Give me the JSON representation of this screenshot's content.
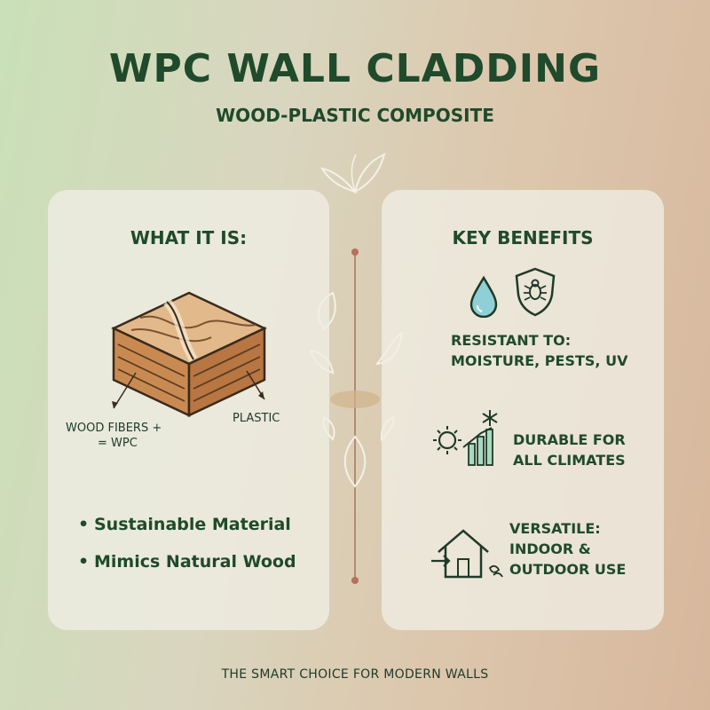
{
  "header": {
    "title": "WPC WALL CLADDING",
    "subtitle": "WOOD-PLASTIC COMPOSITE"
  },
  "left_card": {
    "title": "WHAT IT IS:",
    "diagram_labels": {
      "fibers": "WOOD FIBERS +",
      "equals": "= WPC",
      "plastic": "PLASTIC"
    },
    "bullets": [
      "Sustainable Material",
      "Mimics Natural Wood"
    ]
  },
  "right_card": {
    "title": "KEY BENEFITS",
    "benefits": [
      {
        "line1": "RESISTANT TO:",
        "line2": "MOISTURE, PESTS, UV",
        "icons": [
          "water-drop-icon",
          "shield-bug-icon"
        ]
      },
      {
        "line1": "DURABLE FOR",
        "line2": "ALL CLIMATES",
        "icons": [
          "sun-snow-climate-icon"
        ]
      },
      {
        "line1": "VERSATILE:",
        "line2": "INDOOR &",
        "line3": "OUTDOOR USE",
        "icons": [
          "house-arrow-icon"
        ]
      }
    ]
  },
  "footer": {
    "tagline": "THE SMART CHOICE FOR MODERN WALLS"
  },
  "colors": {
    "primary_text": "#1f4a2b",
    "card_bg": "#f0eee4",
    "accent_wood": "#c48a55",
    "water_blue": "#7fc4cf"
  }
}
